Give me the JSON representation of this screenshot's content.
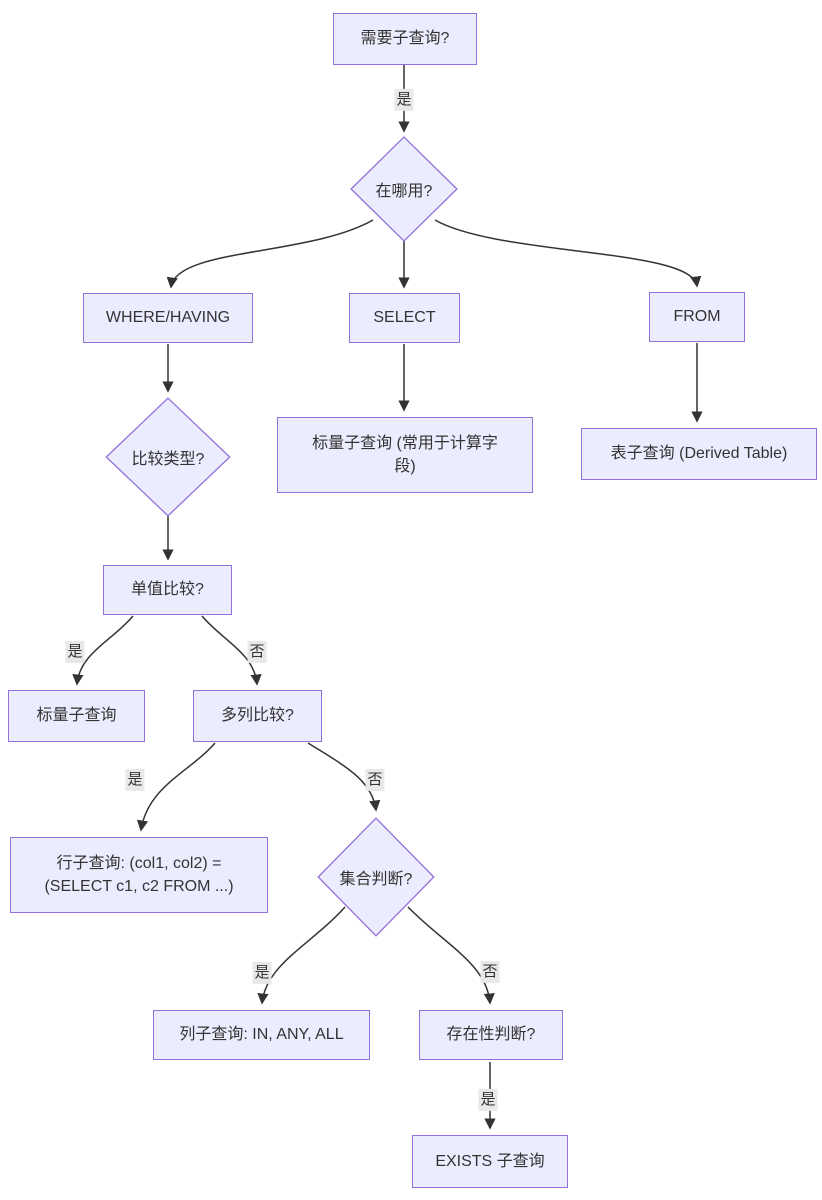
{
  "diagram": {
    "type": "flowchart",
    "nodes": {
      "need_subquery": "需要子查询?",
      "where_used": "在哪用?",
      "where_having": "WHERE/HAVING",
      "select": "SELECT",
      "from": "FROM",
      "scalar_calc": "标量子查询 (常用于计算字段)",
      "derived_table": "表子查询 (Derived Table)",
      "compare_type": "比较类型?",
      "single_value": "单值比较?",
      "scalar": "标量子查询",
      "multi_column": "多列比较?",
      "row_subquery": "行子查询: (col1, col2) = (SELECT c1, c2 FROM ...)",
      "set_check": "集合判断?",
      "column_subquery": "列子查询: IN, ANY, ALL",
      "existence": "存在性判断?",
      "exists_subquery": "EXISTS 子查询"
    },
    "edge_labels": {
      "yes": "是",
      "no": "否"
    },
    "colors": {
      "node_fill": "#ECECFF",
      "node_border": "#9370DB",
      "edge_line": "#333333",
      "edge_label_bg": "#e8e8e8",
      "text": "#333333"
    }
  }
}
